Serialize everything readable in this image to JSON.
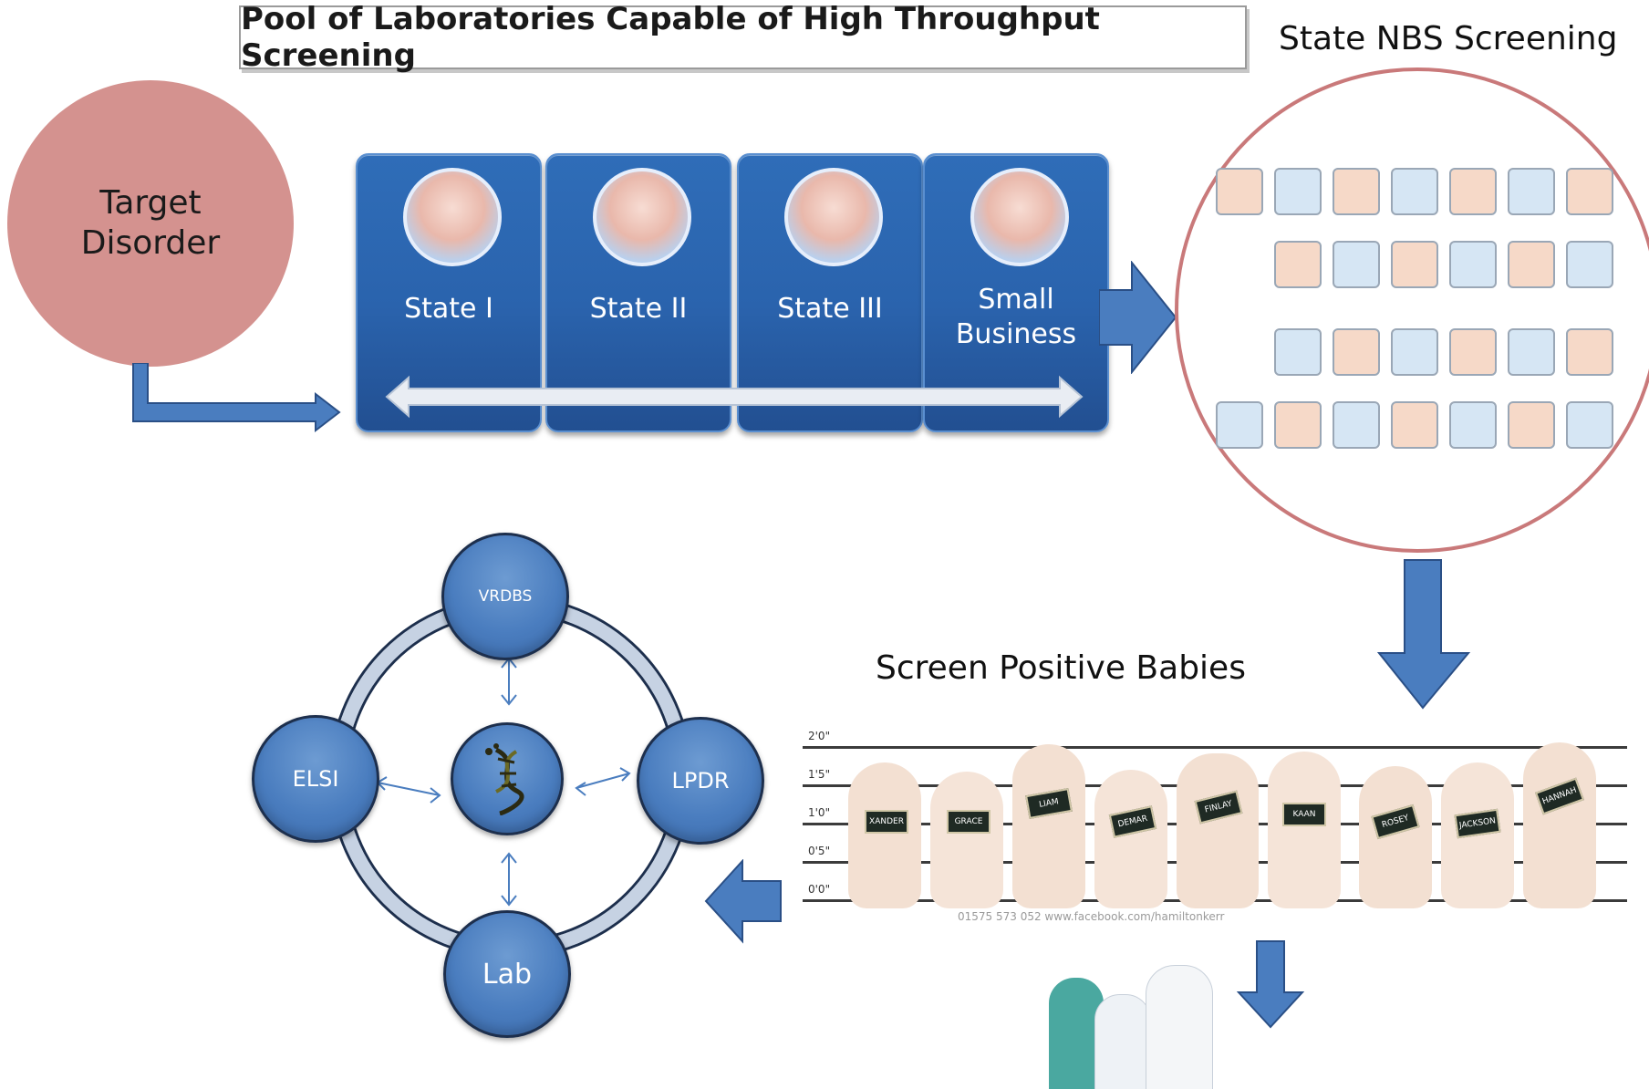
{
  "header": {
    "title": "Pool of Laboratories Capable of High Throughput Screening"
  },
  "labels": {
    "state_nbs": "State NBS Screening",
    "screen_positive": "Screen Positive Babies",
    "target_disorder": "Target\nDisorder"
  },
  "states": [
    {
      "label": "State I"
    },
    {
      "label": "State II"
    },
    {
      "label": "State III"
    },
    {
      "label": "Small\nBusiness"
    }
  ],
  "nodes": {
    "top": "VRDBS",
    "left": "ELSI",
    "right": "LPDR",
    "bottom": "Lab"
  },
  "photo": {
    "height_marks": [
      "2'0\"",
      "1'5\"",
      "1'0\"",
      "0'5\"",
      "0'0\""
    ],
    "name_cards": [
      "XANDER",
      "GRACE",
      "LIAM",
      "DEMAR",
      "FINLAY",
      "KAAN",
      "ROSEY",
      "JACKSON",
      "HANNAH"
    ],
    "credit": "01575 573 052  www.facebook.com/hamiltonkerr"
  },
  "colors": {
    "accent_blue": "#2f6db8",
    "target_circle": "#d4928f",
    "screening_circle_border": "#c9797a",
    "tile_pink": "#f6d9c8",
    "tile_blue": "#d6e6f4",
    "arrow_blue": "#4a7dbf"
  }
}
